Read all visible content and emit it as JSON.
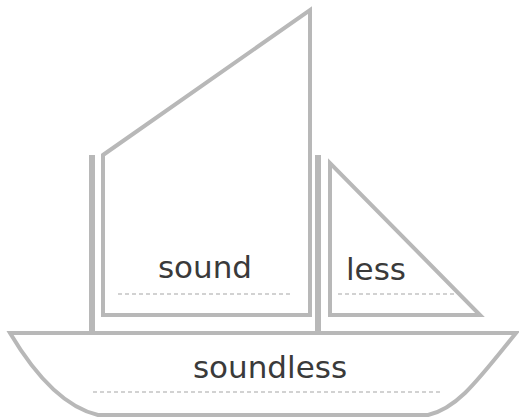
{
  "diagram": {
    "nodes": [
      {
        "text": [
          "sound"
        ]
      },
      {
        "text": [
          "less"
        ]
      },
      {
        "text": [
          "soundless"
        ]
      }
    ]
  }
}
